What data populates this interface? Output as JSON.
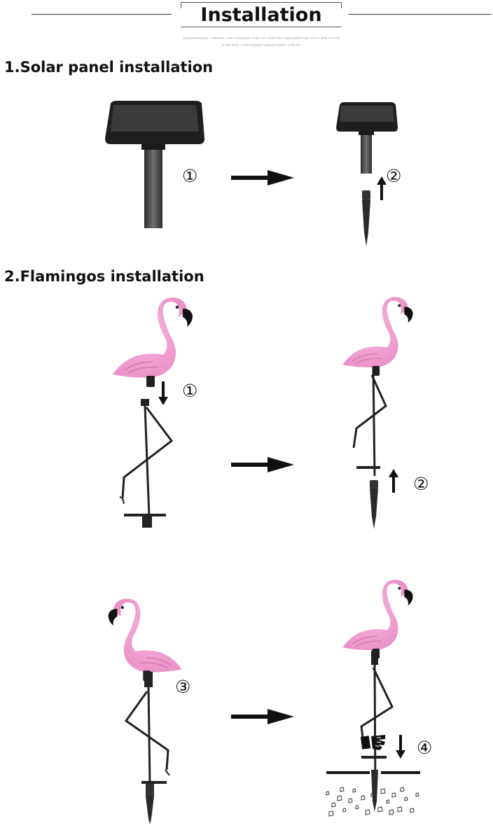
{
  "header": {
    "title": "Installation",
    "subtitle_line1": "CONVENIENCE TRENDS AND FASHION TIME TO CREATE A DECORATIVE CITY LIFE STYLE",
    "subtitle_line2": "FIVE PRO A DIFFERENT ENJOYMENT CRETE"
  },
  "sections": {
    "solar": {
      "title": "1.Solar panel installation",
      "step1": "①",
      "step2": "②"
    },
    "flamingos": {
      "title": "2.Flamingos installation",
      "step1": "①",
      "step2": "②",
      "step3": "③",
      "step4": "④"
    }
  },
  "icons": [
    "solar-panel-icon",
    "ground-stake-icon",
    "flamingo-icon",
    "arrow-right-icon",
    "arrow-up-icon",
    "arrow-down-icon",
    "hand-icon",
    "ground-icon"
  ],
  "colors": {
    "flamingo_pink": "#e98fc6",
    "panel": "#2a2a2a",
    "stake": "#3a3a3a"
  }
}
